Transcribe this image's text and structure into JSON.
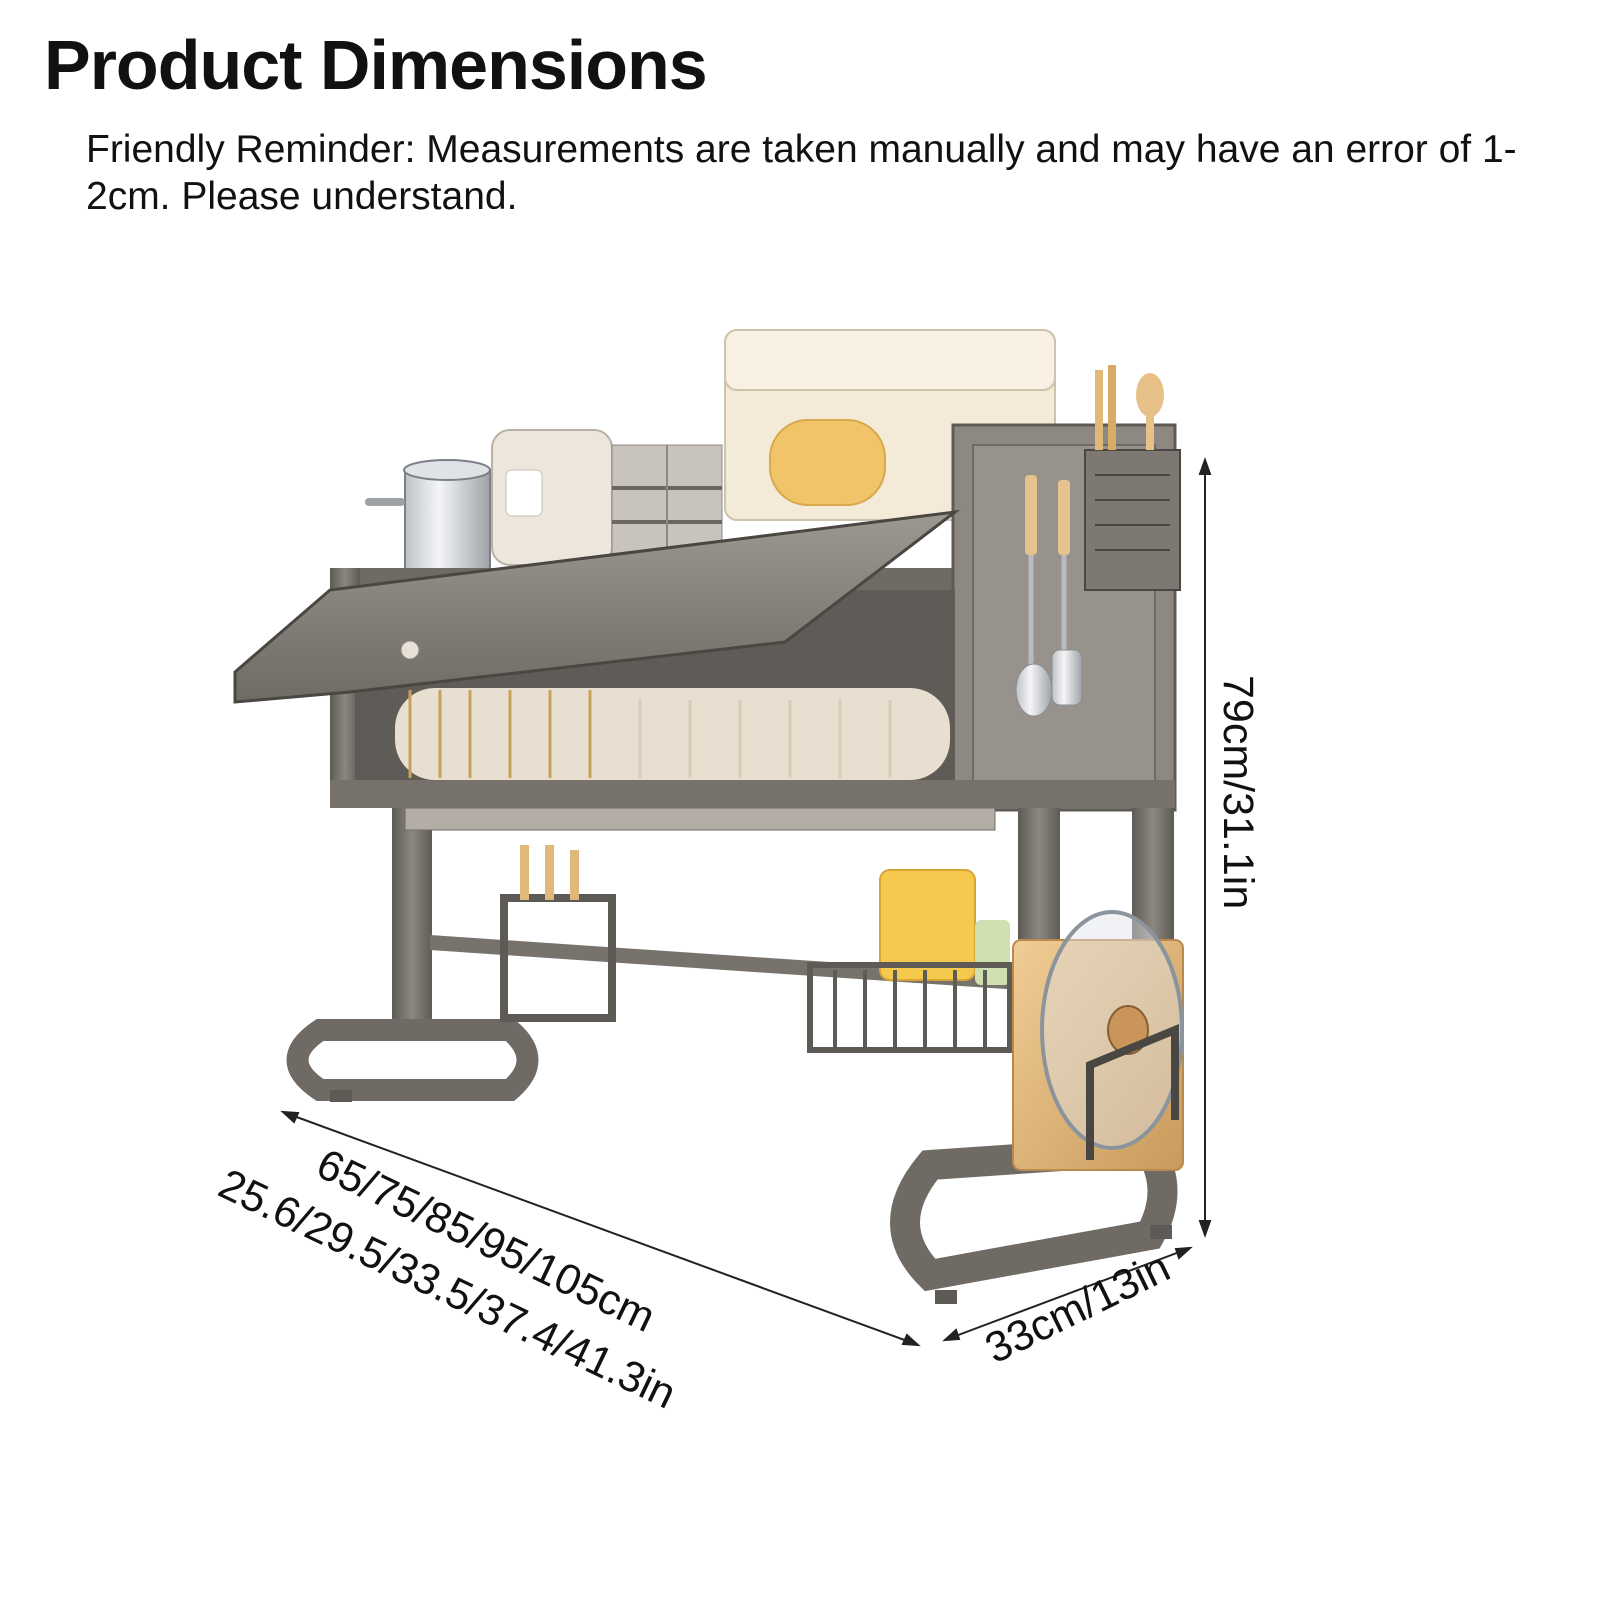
{
  "header": {
    "title": "Product Dimensions",
    "reminder": "Friendly Reminder: Measurements are taken manually and may have an error of 1-2cm. Please understand."
  },
  "dimensions": {
    "width_cm": "65/75/85/95/105cm",
    "width_in": "25.6/29.5/33.5/37.4/41.3in",
    "depth": "33cm/13in",
    "height": "79cm/31.1in"
  },
  "colors": {
    "frame": "#6f6a64",
    "frame_dark": "#4a4641",
    "frame_light": "#9a958e",
    "cover": "#8a8580",
    "wood": "#e0b87a",
    "plate": "#efe9df",
    "container": "#f3ead8",
    "yellow": "#f5c94d",
    "line": "#222222"
  }
}
